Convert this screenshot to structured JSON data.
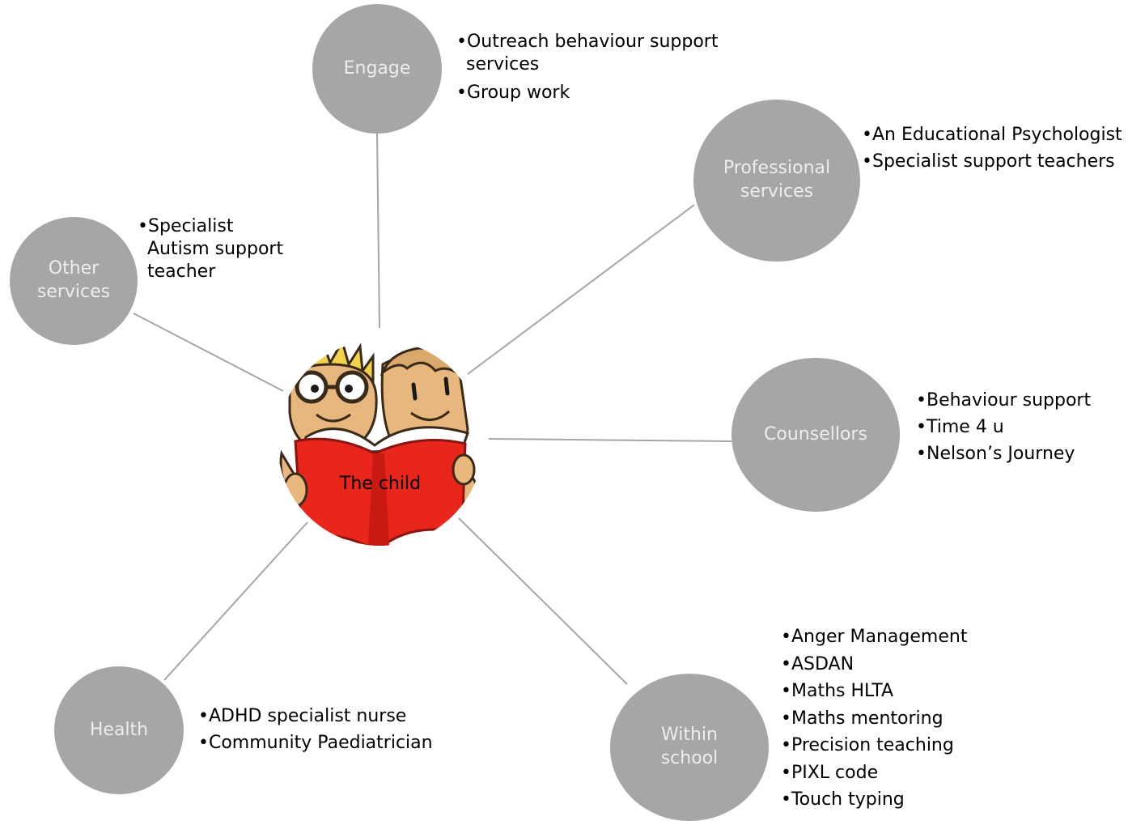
{
  "center": {
    "label": "The child"
  },
  "nodes": [
    {
      "id": "engage",
      "label": "Engage",
      "items": [
        "Outreach behaviour support services",
        "Group work"
      ]
    },
    {
      "id": "professional",
      "label": "Professional\nservices",
      "items": [
        "An Educational Psychologist",
        "Specialist support teachers"
      ]
    },
    {
      "id": "other",
      "label": "Other\nservices",
      "items": [
        "Specialist Autism support teacher"
      ]
    },
    {
      "id": "counsellors",
      "label": "Counsellors",
      "items": [
        "Behaviour support",
        "Time 4 u",
        "Nelson’s Journey"
      ]
    },
    {
      "id": "health",
      "label": "Health",
      "items": [
        "ADHD specialist nurse",
        "Community Paediatrician"
      ]
    },
    {
      "id": "within",
      "label": "Within\nschool",
      "items": [
        "Anger Management",
        "ASDAN",
        "Maths HLTA",
        "Maths mentoring",
        "Precision teaching",
        "PIXL code",
        "Touch typing"
      ]
    }
  ],
  "colors": {
    "node_fill": "#a6a6a6",
    "node_text": "#ededed",
    "connector": "#a6a6a6",
    "book": "#e8261c"
  }
}
